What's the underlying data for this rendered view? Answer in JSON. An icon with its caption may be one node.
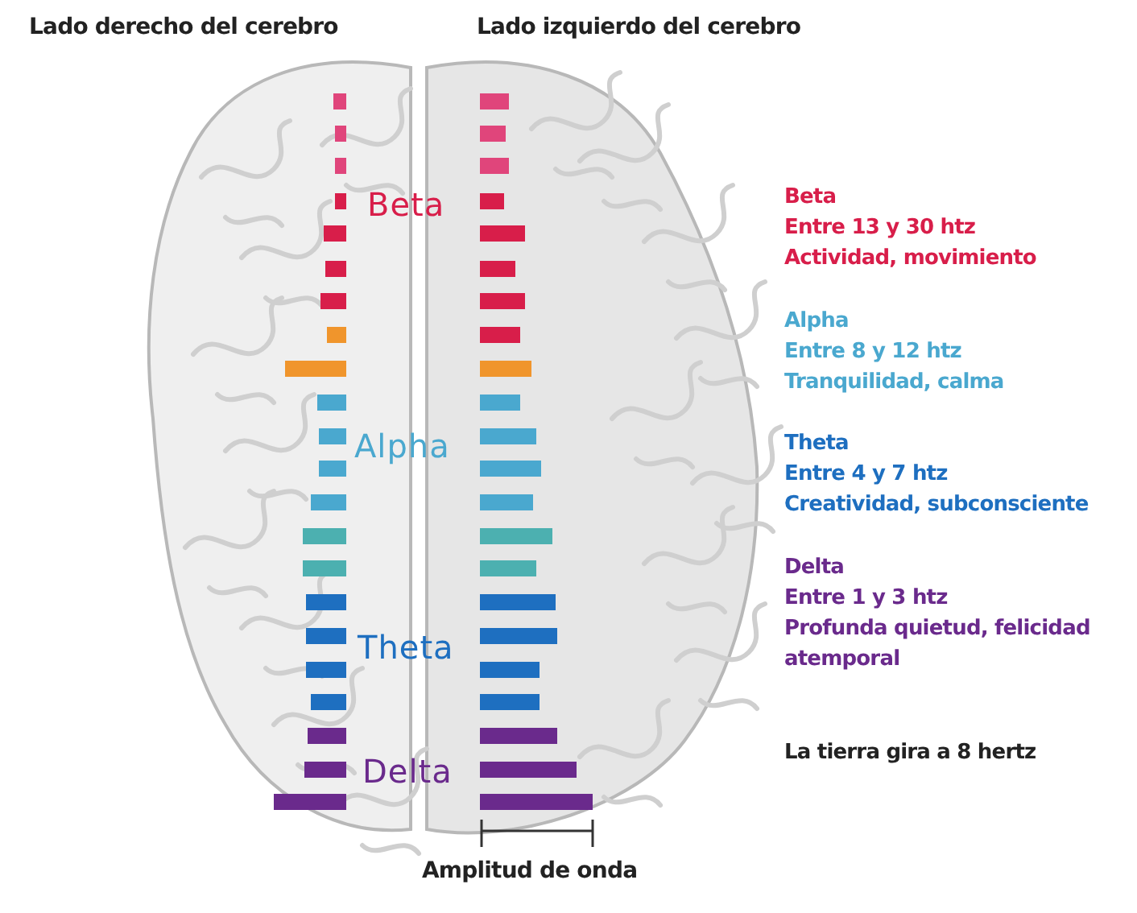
{
  "diagram": {
    "labels": [
      "Lado derecho del cerebro",
      "Lado izquierdo del cerebro",
      "Beta",
      "Alpha",
      "Theta",
      "Delta",
      "Beta",
      "Entre 13 y 30 htz",
      "Actividad, movimiento",
      "Alpha",
      "Entre 8 y 12 htz",
      "Tranquilidad, calma",
      "Theta",
      "Entre 4 y 7 htz",
      "Creatividad, subconsciente",
      "Delta",
      "Entre 1 y 3 htz",
      "Profunda quietud, felicidad atemporal",
      "La tierra gira a 8 hertz",
      "Amplitud de onda"
    ]
  }
}
